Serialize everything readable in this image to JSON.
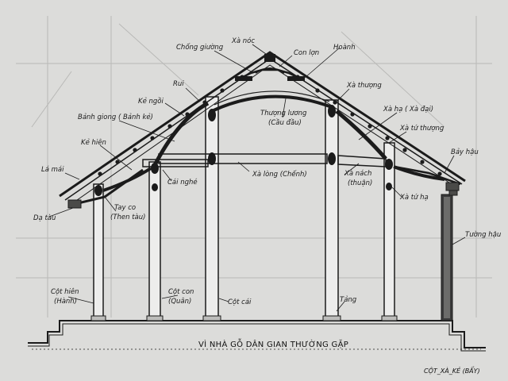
{
  "labels": {
    "xa_noc": "Xà nóc",
    "con_lon": "Con lợn",
    "chong_giuong": "Chống giường",
    "hoanh": "Hoành",
    "rui": "Rui",
    "ke_ngoi": "Kẻ ngồi",
    "xa_thuong": "Xà thượng",
    "banh_giong": "Bảnh giong ( Bảnh kẻ)",
    "xa_ha": "Xà hạ ( Xà đại)",
    "thuong_luong": "Thượng lương",
    "cau_dau": "(Cầu đầu)",
    "xa_tu_thuong": "Xà tứ thượng",
    "ke_hien": "Kẻ hiên",
    "bay_hau": "Bảy hậu",
    "la_mai": "Lá mái",
    "xa_long": "Xà lòng (Chếnh)",
    "xa_nach": "Xà nách",
    "thuan": "(thuận)",
    "cai_nghe": "Cái nghé",
    "xa_tu_ha": "Xà tứ hạ",
    "da_tau": "Dạ tàu",
    "tay_co": "Tay co",
    "then_tau": "(Then tàu)",
    "tuong_hau": "Tường hậu",
    "cot_hien": "Cột hiên",
    "hanh": "(Hành)",
    "cot_con": "Cột con",
    "quan": "(Quân)",
    "cot_cai": "Cột cái",
    "tang": "Tảng"
  },
  "caption": "VÌ NHÀ GỖ DÂN GIAN THƯỜNG GẶP",
  "footer": "CỘT_XÀ_KẺ (BẨY)"
}
